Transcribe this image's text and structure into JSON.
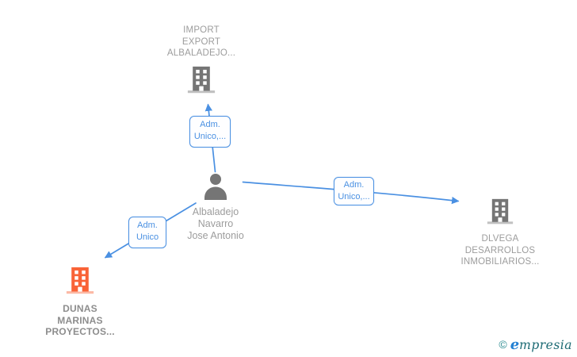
{
  "diagram": {
    "colors": {
      "link_blue": "#4a90e2",
      "icon_gray": "#757575",
      "icon_orange": "#f96337",
      "company_text": "#9c9c9c",
      "highlight_text": "#8d8d8d",
      "brand_teal": "#1d6b74",
      "brand_blue": "#2380d2"
    },
    "nodes": [
      {
        "id": "import-export",
        "type": "company",
        "icon": "building-icon",
        "label_lines": [
          "IMPORT",
          "EXPORT",
          "ALBALADEJO..."
        ]
      },
      {
        "id": "person",
        "type": "person",
        "icon": "person-icon",
        "label_lines": [
          "Albaladejo",
          "Navarro",
          "Jose Antonio"
        ]
      },
      {
        "id": "dlvega",
        "type": "company",
        "icon": "building-icon",
        "label_lines": [
          "DLVEGA",
          "DESARROLLOS",
          "INMOBILIARIOS..."
        ]
      },
      {
        "id": "dunas",
        "type": "company",
        "icon": "building-icon",
        "highlighted": true,
        "label_lines": [
          "DUNAS",
          "MARINAS",
          "PROYECTOS..."
        ]
      }
    ],
    "edges": [
      {
        "from": "person",
        "to": "import-export",
        "label_lines": [
          "Adm.",
          "Unico,..."
        ]
      },
      {
        "from": "person",
        "to": "dunas",
        "label_lines": [
          "Adm.",
          "Unico"
        ]
      },
      {
        "from": "person",
        "to": "dlvega",
        "label_lines": [
          "Adm.",
          "Unico,..."
        ]
      }
    ],
    "watermark": {
      "copyright": "©",
      "brand_initial": "e",
      "brand_rest": "mpresia"
    }
  }
}
